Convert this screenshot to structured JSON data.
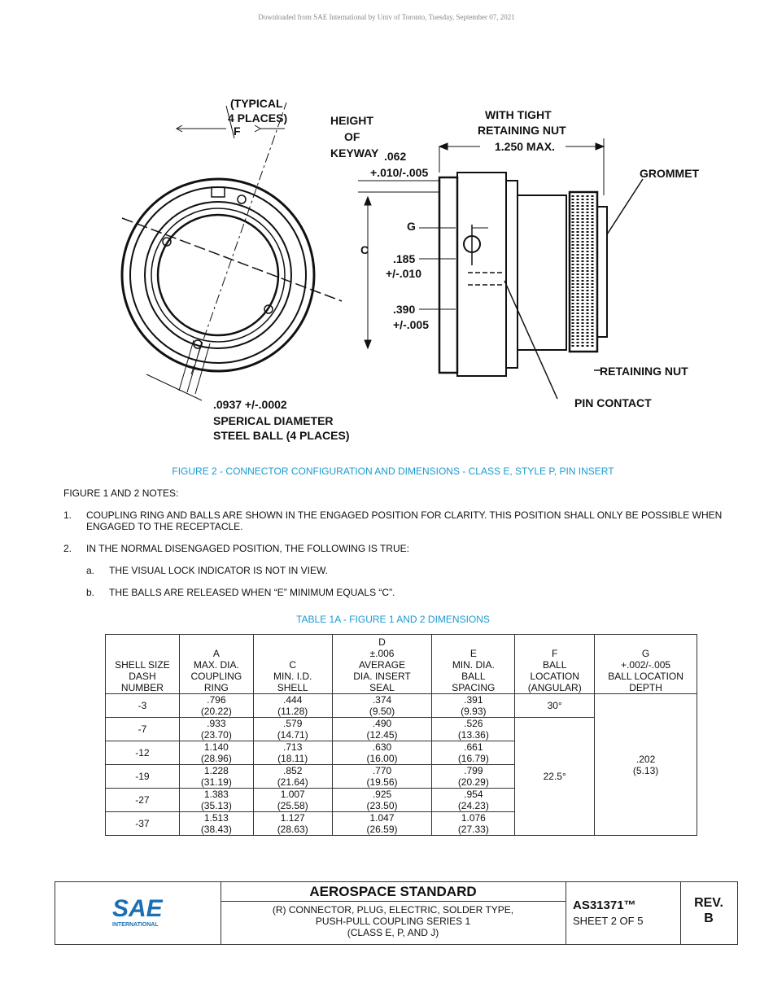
{
  "download_note": "Downloaded from SAE International by Univ of Toronto, Tuesday, September 07, 2021",
  "figure": {
    "labels": {
      "typical": "(TYPICAL",
      "places": "4 PLACES)",
      "f": "F",
      "height": "HEIGHT",
      "of": "OF",
      "keyway": "KEYWAY",
      "keyway_dim": ".062",
      "keyway_tol": "+.010/-.005",
      "with_tight": "WITH TIGHT",
      "retaining_nut_top": "RETAINING NUT",
      "max_dim": "1.250 MAX.",
      "grommet": "GROMMET",
      "g": "G",
      "c": "C",
      "dim185": ".185",
      "tol185": "+/-.010",
      "dim390": ".390",
      "tol390": "+/-.005",
      "retaining_nut": "RETAINING NUT",
      "pin_contact": "PIN CONTACT",
      "ball_dim": ".0937 +/-.0002",
      "ball_desc1": "SPERICAL DIAMETER",
      "ball_desc2": "STEEL BALL (4 PLACES)"
    }
  },
  "figure_caption": "FIGURE 2 - CONNECTOR CONFIGURATION AND DIMENSIONS - CLASS E, STYLE P, PIN INSERT",
  "notes": {
    "title": "FIGURE 1 AND 2 NOTES:",
    "items": [
      {
        "num": "1.",
        "text": "COUPLING RING AND BALLS ARE SHOWN IN THE ENGAGED POSITION FOR CLARITY.  THIS POSITION SHALL ONLY BE POSSIBLE WHEN ENGAGED TO THE RECEPTACLE."
      },
      {
        "num": "2.",
        "text": "IN THE NORMAL DISENGAGED POSITION, THE FOLLOWING IS TRUE:"
      },
      {
        "num": "a.",
        "text": "THE VISUAL LOCK INDICATOR IS NOT IN VIEW."
      },
      {
        "num": "b.",
        "text": "THE BALLS ARE RELEASED WHEN “E” MINIMUM EQUALS “C”."
      }
    ]
  },
  "table": {
    "title": "TABLE 1A - FIGURE 1 AND 2 DIMENSIONS",
    "headers": [
      [
        "SHELL SIZE",
        "DASH",
        "NUMBER"
      ],
      [
        "A",
        "MAX. DIA.",
        "COUPLING",
        "RING"
      ],
      [
        "C",
        "MIN. I.D.",
        "SHELL"
      ],
      [
        "D",
        "±.006",
        "AVERAGE",
        "DIA. INSERT",
        "SEAL"
      ],
      [
        "E",
        "MIN. DIA.",
        "BALL",
        "SPACING"
      ],
      [
        "F",
        "BALL",
        "LOCATION",
        "(ANGULAR)"
      ],
      [
        "G",
        "+.002/-.005",
        "BALL LOCATION",
        "DEPTH"
      ]
    ],
    "rows": [
      {
        "dash": "-3",
        "a": [
          ".796",
          "(20.22)"
        ],
        "c": [
          ".444",
          "(11.28)"
        ],
        "d": [
          ".374",
          "(9.50)"
        ],
        "e": [
          ".391",
          "(9.93)"
        ]
      },
      {
        "dash": "-7",
        "a": [
          ".933",
          "(23.70)"
        ],
        "c": [
          ".579",
          "(14.71)"
        ],
        "d": [
          ".490",
          "(12.45)"
        ],
        "e": [
          ".526",
          "(13.36)"
        ]
      },
      {
        "dash": "-12",
        "a": [
          "1.140",
          "(28.96)"
        ],
        "c": [
          ".713",
          "(18.11)"
        ],
        "d": [
          ".630",
          "(16.00)"
        ],
        "e": [
          ".661",
          "(16.79)"
        ]
      },
      {
        "dash": "-19",
        "a": [
          "1.228",
          "(31.19)"
        ],
        "c": [
          ".852",
          "(21.64)"
        ],
        "d": [
          ".770",
          "(19.56)"
        ],
        "e": [
          ".799",
          "(20.29)"
        ]
      },
      {
        "dash": "-27",
        "a": [
          "1.383",
          "(35.13)"
        ],
        "c": [
          "1.007",
          "(25.58)"
        ],
        "d": [
          ".925",
          "(23.50)"
        ],
        "e": [
          ".954",
          "(24.23)"
        ]
      },
      {
        "dash": "-37",
        "a": [
          "1.513",
          "(38.43)"
        ],
        "c": [
          "1.127",
          "(28.63)"
        ],
        "d": [
          "1.047",
          "(26.59)"
        ],
        "e": [
          "1.076",
          "(27.33)"
        ]
      }
    ],
    "f_first": "30°",
    "f_rest": "22.5°",
    "g_value": [
      ".202",
      "(5.13)"
    ]
  },
  "footer": {
    "logo_text": "SAE",
    "logo_sub": "INTERNATIONAL",
    "brand_color": "#1a6fb5",
    "standard_title": "AEROSPACE STANDARD",
    "desc_lines": [
      "(R) CONNECTOR, PLUG, ELECTRIC, SOLDER TYPE,",
      "PUSH-PULL COUPLING SERIES 1",
      "(CLASS E, P, AND J)"
    ],
    "doc_number": "AS31371™",
    "sheet": "SHEET 2 OF 5",
    "rev_label": "REV.",
    "rev_value": "B"
  }
}
